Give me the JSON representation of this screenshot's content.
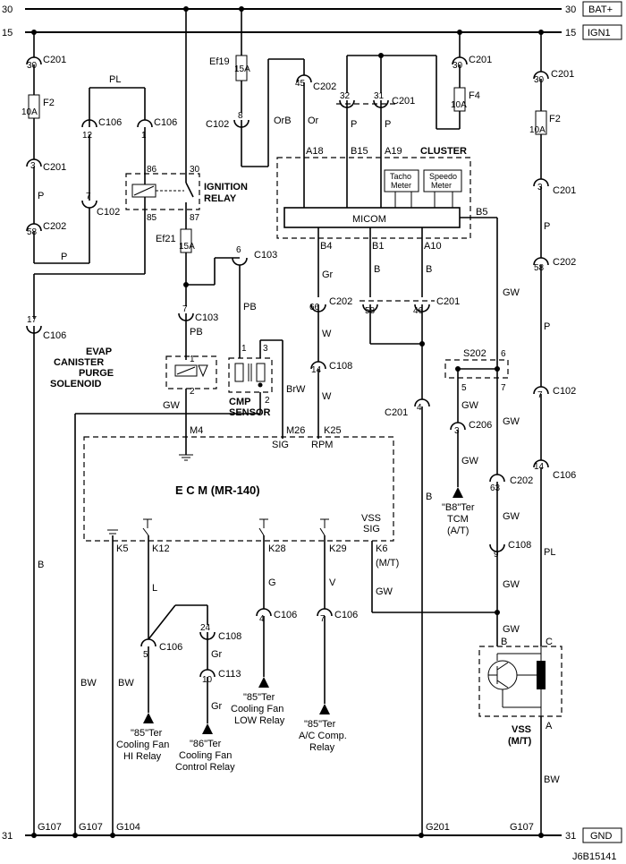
{
  "rails": {
    "bat_num_left": "30",
    "bat_num_right": "30",
    "bat_label": "BAT+",
    "ign_num_left": "15",
    "ign_num_right": "15",
    "ign_label": "IGN1",
    "gnd_num_left": "31",
    "gnd_num_right": "31",
    "gnd_label": "GND"
  },
  "diagram_id": "J6B15141",
  "components": {
    "ignition_relay": "IGNITION\nRELAY",
    "cluster": "CLUSTER",
    "micom": "MICOM",
    "tacho": "Tacho\nMeter",
    "speedo": "Speedo\nMeter",
    "evap": "EVAP\nCANISTER\nPURGE\nSOLENOID",
    "cmp": "CMP\nSENSOR",
    "ecm": "E C M (MR-140)",
    "vss": "VSS\n(M/T)",
    "tcm": "\"B8\"Ter\nTCM\n(A/T)",
    "fan_hi": "\"85\"Ter\nCooling Fan\nHI Relay",
    "fan_ctrl": "\"86\"Ter\nCooling Fan\nControl Relay",
    "fan_low": "\"85\"Ter\nCooling Fan\nLOW Relay",
    "ac_comp": "\"85\"Ter\nA/C Comp.\nRelay"
  },
  "fuses": {
    "f2_left": "F2",
    "f2_left_amp": "10A",
    "ef19": "Ef19",
    "ef19_amp": "15A",
    "f4": "F4",
    "f4_amp": "10A",
    "f2_right": "F2",
    "f2_right_amp": "10A",
    "ef21": "Ef21",
    "ef21_amp": "15A"
  },
  "connectors": {
    "c201": "C201",
    "c202": "C202",
    "c106": "C106",
    "c102": "C102",
    "c103": "C103",
    "c108": "C108",
    "c113": "C113",
    "c206": "C206",
    "s202": "S202",
    "k6_mt": "(M/T)"
  },
  "grounds": {
    "g107a": "G107",
    "g107b": "G107",
    "g104": "G104",
    "g201": "G201",
    "g107c": "G107"
  },
  "wire_colors": {
    "pl": "PL",
    "p": "P",
    "orb": "OrB",
    "or": "Or",
    "pb": "PB",
    "gr": "Gr",
    "w": "W",
    "b": "B",
    "gw": "GW",
    "brw": "BrW",
    "bw": "BW",
    "l": "L",
    "g": "G",
    "v": "V"
  },
  "pins": {
    "n30": "30",
    "n3": "3",
    "n58": "58",
    "n12": "12",
    "n1": "1",
    "n7": "7",
    "n17": "17",
    "n86": "86",
    "n85": "85",
    "n87": "87",
    "n45": "45",
    "n8": "8",
    "n32": "32",
    "n31": "31",
    "n6": "6",
    "n66": "66",
    "n14": "14",
    "n4": "4",
    "n46": "46",
    "n63": "63",
    "n9": "9",
    "n5": "5",
    "n24": "24",
    "n10": "10",
    "n2": "2",
    "a18": "A18",
    "b15": "B15",
    "a19": "A19",
    "b4": "B4",
    "b1": "B1",
    "a10": "A10",
    "b5": "B5",
    "m4": "M4",
    "m26": "M26",
    "k25": "K25",
    "sig": "SIG",
    "rpm": "RPM",
    "k5": "K5",
    "k12": "K12",
    "k28": "K28",
    "k29": "K29",
    "k6": "K6",
    "vss_sig": "VSS\nSIG",
    "pin_b": "B",
    "pin_c": "C",
    "pin_a": "A"
  }
}
